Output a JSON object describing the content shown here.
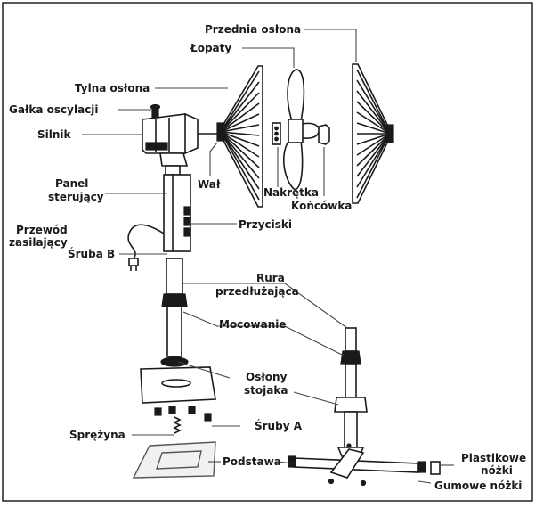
{
  "diagram": {
    "labels": {
      "front_guard": "Przednia osłona",
      "blades": "Łopaty",
      "rear_guard": "Tylna osłona",
      "oscillation_knob": "Gałka oscylacji",
      "motor": "Silnik",
      "control_panel_line1": "Panel",
      "control_panel_line2": "sterujący",
      "shaft": "Wał",
      "nut": "Nakrętka",
      "end_cap": "Końcówka",
      "power_cord_line1": "Przewód",
      "power_cord_line2": "zasilający",
      "buttons": "Przyciski",
      "screw_b": "Śruba B",
      "extension_tube_line1": "Rura",
      "extension_tube_line2": "przedłużająca",
      "mount": "Mocowanie",
      "stand_covers_line1": "Osłony",
      "stand_covers_line2": "stojaka",
      "spring": "Sprężyna",
      "screws_a": "Śruby A",
      "base": "Podstawa",
      "plastic_feet_line1": "Plastikowe",
      "plastic_feet_line2": "nóżki",
      "rubber_feet": "Gumowe nóżki"
    }
  }
}
